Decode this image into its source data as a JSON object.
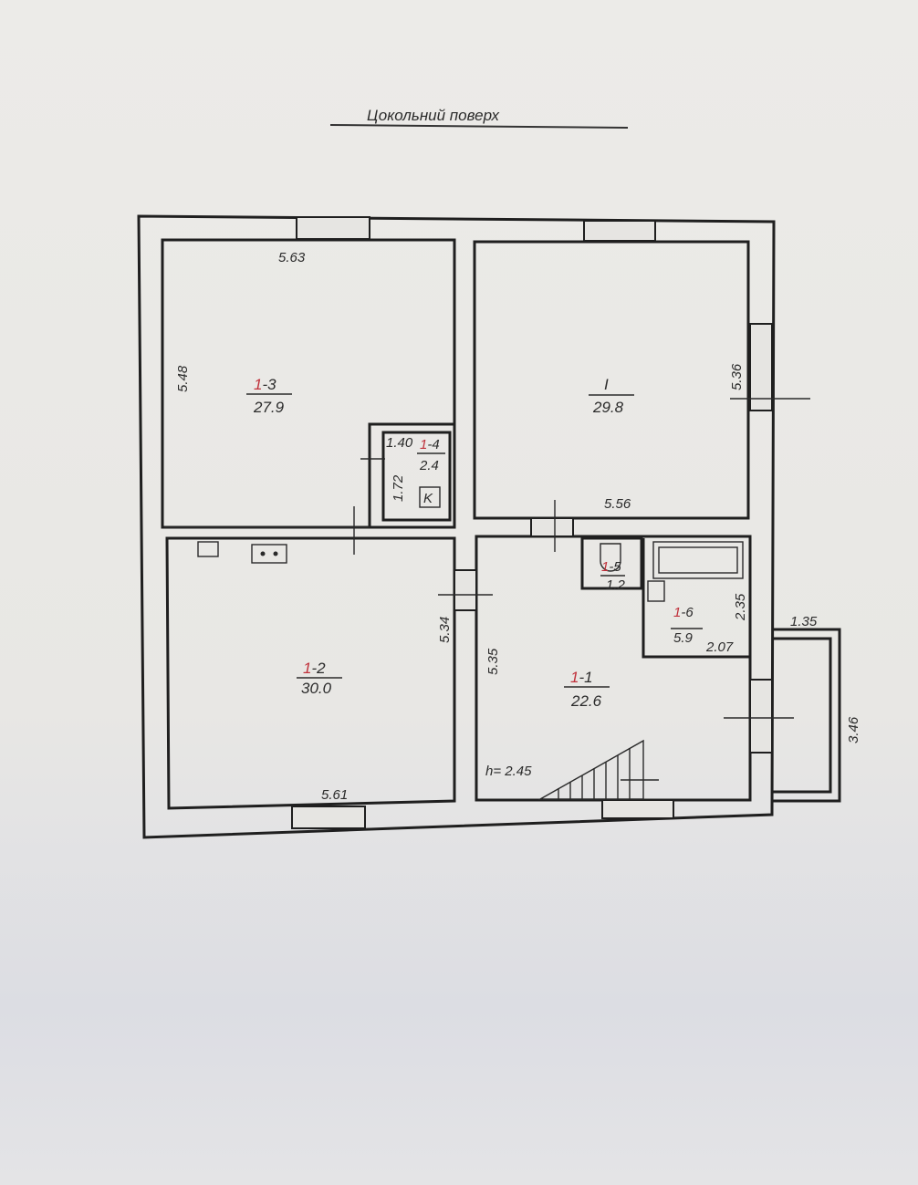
{
  "title": "Цокольний поверх",
  "rooms": {
    "r13": {
      "prefix": "1",
      "suffix": "-3",
      "area": "27.9"
    },
    "rI": {
      "number": "I",
      "area": "29.8"
    },
    "r12": {
      "prefix": "1",
      "suffix": "-2",
      "area": "30.0"
    },
    "r11": {
      "prefix": "1",
      "suffix": "-1",
      "area": "22.6"
    },
    "r14": {
      "prefix": "1",
      "suffix": "-4",
      "area": "2.4"
    },
    "r15": {
      "prefix": "1",
      "suffix": "-5",
      "area": "1.2"
    },
    "r16": {
      "prefix": "1",
      "suffix": "-6",
      "area": "5.9"
    }
  },
  "dimensions": {
    "d563": "5.63",
    "d548": "5.48",
    "d536": "5.36",
    "d556": "5.56",
    "d140": "1.40",
    "d172": "1.72",
    "d534": "5.34",
    "d535": "5.35",
    "d235": "2.35",
    "d207": "2.07",
    "d135": "1.35",
    "d346": "3.46",
    "d561": "5.61"
  },
  "height_label": "h= 2.45",
  "boiler_symbol": "K"
}
